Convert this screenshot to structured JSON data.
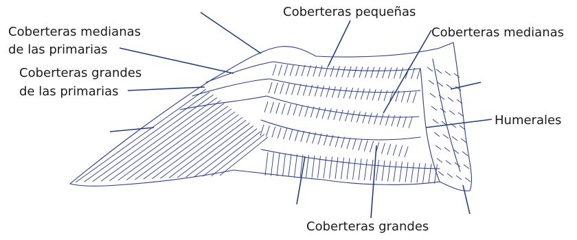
{
  "labels": {
    "coberteras_pequenas": "Coberteras pequeñas",
    "coberteras_medianas": "Coberteras medianas",
    "coberteras_medianas_primarias_l1": "Coberteras medianas",
    "coberteras_medianas_primarias_l2": "de las primarias",
    "coberteras_grandes_primarias_l1": "Coberteras grandes",
    "coberteras_grandes_primarias_l2": "de las primarias",
    "humerales": "Humerales",
    "coberteras_grandes": "Coberteras grandes"
  },
  "colors": {
    "label_text": "#1a1a1a",
    "leader_line": "#1f3d7a",
    "wing_stroke": "#2b3a8c"
  }
}
